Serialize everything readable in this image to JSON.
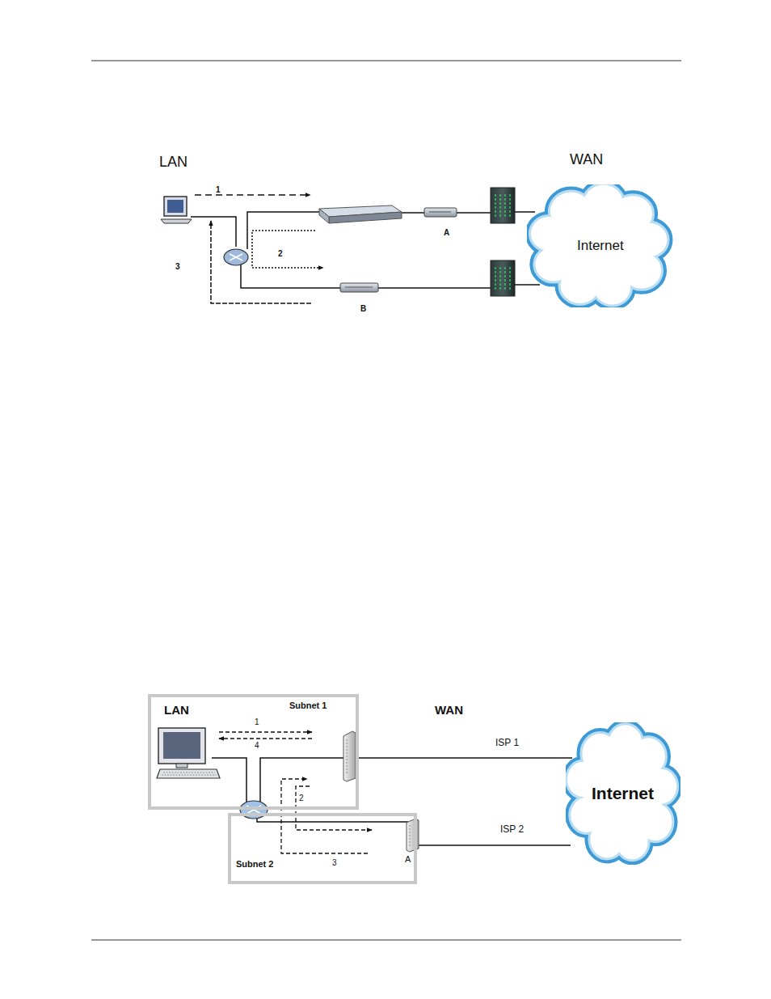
{
  "diagram": {
    "nodes": [
      {
        "text": [
          "Internet"
        ]
      },
      {
        "text": [
          "LAN",
          "Subnet 1"
        ]
      },
      {
        "text": [
          "Subnet 2"
        ]
      },
      {
        "text": [
          "Internet"
        ]
      }
    ],
    "labels": [
      "LAN",
      "WAN",
      "1",
      "2",
      "3",
      "A",
      "B",
      "WAN",
      "1",
      "4",
      "2",
      "3",
      "A",
      "ISP 1",
      "ISP 2"
    ]
  }
}
